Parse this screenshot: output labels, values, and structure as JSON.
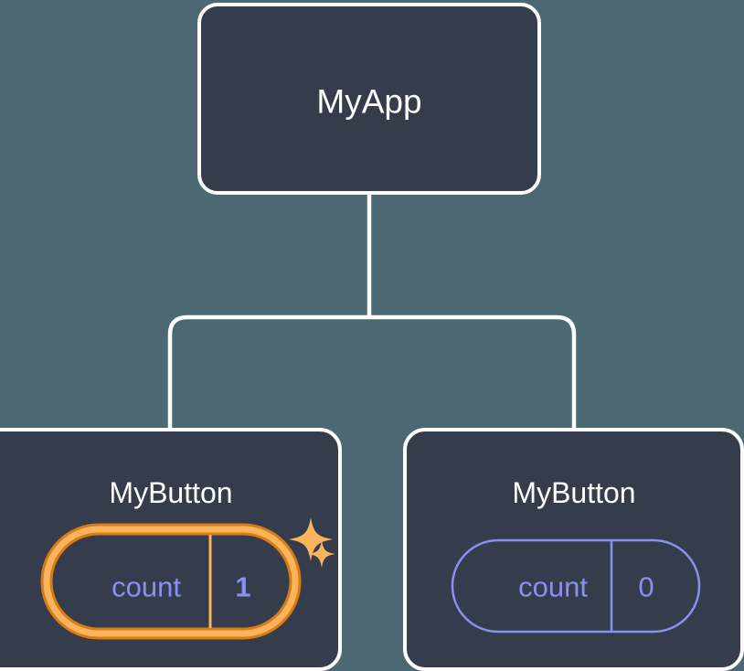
{
  "diagram": {
    "type": "component-tree",
    "background_color": "#4c6873",
    "node_fill": "#353d4c",
    "node_border": "#ffffff",
    "connector_color": "#ffffff",
    "title_color": "#ffffff",
    "accent_idle": "#8b8ff0",
    "accent_highlight_inner": "#f9b45c",
    "accent_highlight_outer": "#d97b16",
    "sparkle_color": "#f9b45c",
    "root": {
      "label": "MyApp"
    },
    "children": [
      {
        "label": "MyButton",
        "state_key": "count",
        "state_value": "1",
        "highlighted": true,
        "sparkles": 2
      },
      {
        "label": "MyButton",
        "state_key": "count",
        "state_value": "0",
        "highlighted": false,
        "sparkles": 0
      }
    ]
  }
}
